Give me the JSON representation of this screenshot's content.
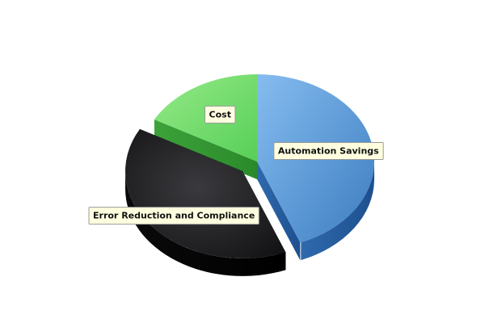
{
  "chart_data": {
    "type": "pie",
    "title": "",
    "three_d": true,
    "start_angle_deg": 90,
    "direction": "clockwise",
    "slices": [
      {
        "label": "Automation Savings",
        "value": 44,
        "color": "#4b8fd6",
        "exploded": false
      },
      {
        "label": "Error Reduction and Compliance",
        "value": 39,
        "color": "#1a1a1c",
        "exploded": true
      },
      {
        "label": "Cost",
        "value": 17,
        "color": "#5cd75a",
        "exploded": false
      }
    ],
    "label_box": {
      "fill": "#ffffe0",
      "border": "#999999"
    }
  }
}
